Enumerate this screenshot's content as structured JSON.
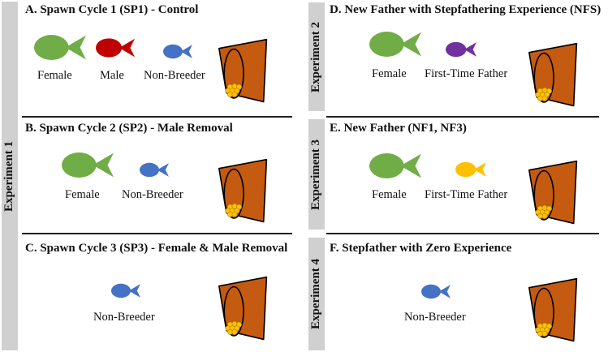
{
  "experiments": {
    "exp1": "Experiment 1",
    "exp2": "Experiment 2",
    "exp3": "Experiment 3",
    "exp4": "Experiment 4"
  },
  "panels": {
    "a": {
      "title": "A. Spawn Cycle 1 (SP1) - Control",
      "labels": [
        "Female",
        "Male",
        "Non-Breeder"
      ]
    },
    "b": {
      "title": "B. Spawn Cycle 2 (SP2) - Male Removal",
      "labels": [
        "Female",
        "Non-Breeder"
      ]
    },
    "c": {
      "title": "C. Spawn Cycle 3 (SP3) - Female & Male Removal",
      "labels": [
        "Non-Breeder"
      ]
    },
    "d": {
      "title": "D. New Father with Stepfathering Experience (NFS)",
      "labels": [
        "Female",
        "First-Time Father"
      ]
    },
    "e": {
      "title": "E. New Father (NF1, NF3)",
      "labels": [
        "Female",
        "First-Time Father"
      ]
    },
    "f": {
      "title": "F. Stepfather with Zero Experience",
      "labels": [
        "Non-Breeder"
      ]
    }
  },
  "colors": {
    "female": "#70ad47",
    "male": "#c00000",
    "non_breeder": "#4472c4",
    "father_purple": "#7030a0",
    "father_yellow": "#ffc000",
    "pot": "#c55a11",
    "eggs": "#ffc000",
    "exp_bar": "#d0d0d0"
  },
  "icons": [
    "fish-icon",
    "flower-pot-icon",
    "egg-clutch-icon"
  ]
}
